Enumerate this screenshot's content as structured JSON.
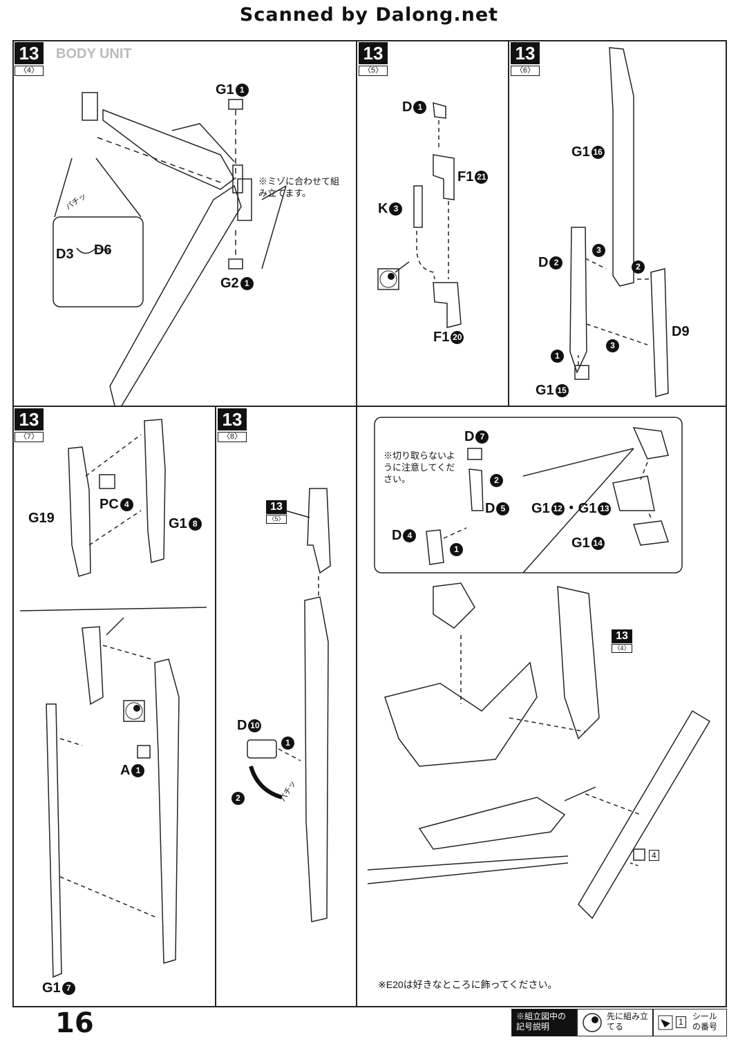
{
  "header": {
    "scan_credit": "Scanned by Dalong.net"
  },
  "page_number": "16",
  "panels": {
    "p4": {
      "step": "13",
      "sub": "〈4〉",
      "bg_title": "BODY UNIT",
      "labels": {
        "g1": "G1",
        "g2": "G2",
        "d3": "D3",
        "d6": "D6"
      },
      "circles": {
        "g1": "1",
        "g2": "1"
      },
      "note": "※ミゾに合わせて組み立てます。",
      "snap": "パチッ"
    },
    "p5": {
      "step": "13",
      "sub": "〈5〉",
      "labels": {
        "d1": "D",
        "f1a": "F1",
        "k3": "K",
        "f1b": "F1"
      },
      "circles": {
        "d1": "1",
        "f1a": "21",
        "k3": "3",
        "f1b": "20"
      }
    },
    "p6": {
      "step": "13",
      "sub": "〈6〉",
      "labels": {
        "g1a": "G1",
        "d2": "D",
        "d9": "D9",
        "g1b": "G1"
      },
      "circles": {
        "g1a": "16",
        "d2": "2",
        "g1b": "15"
      },
      "arrows": [
        "3",
        "2",
        "1",
        "3"
      ]
    },
    "p7": {
      "step": "13",
      "sub": "〈7〉",
      "labels": {
        "g19": "G19",
        "pc": "PC",
        "g18": "G1",
        "a1": "A",
        "g17": "G1"
      },
      "circles": {
        "pc": "4",
        "g18": "8",
        "a1": "1",
        "g17": "7"
      }
    },
    "p8": {
      "step": "13",
      "sub": "〈8〉",
      "labels": {
        "d10": "D"
      },
      "circles": {
        "d10": "10"
      },
      "ref": {
        "step": "13",
        "sub": "〈5〉"
      },
      "arrows": [
        "1",
        "2"
      ],
      "snap": "パチッ"
    },
    "p9": {
      "labels": {
        "d7": "D",
        "d5": "D",
        "d4": "D",
        "g1213": "G1",
        "g1213b": "・G1",
        "g114": "G1"
      },
      "circles": {
        "d7": "7",
        "d5": "5",
        "d4": "4",
        "g1213": "12",
        "g1213b": "13",
        "g114": "14"
      },
      "arrows": [
        "2",
        "1"
      ],
      "note": "※切り取らないように注意してください。",
      "ref": {
        "step": "13",
        "sub": "〈4〉"
      },
      "sticker": "4",
      "bottom_note": "※E20は好きなところに飾ってください。"
    }
  },
  "legend": {
    "title": "※組立図中の記号説明",
    "first": "先に組み立てる",
    "sticker_label": "シールの番号",
    "sticker_num": "1"
  }
}
